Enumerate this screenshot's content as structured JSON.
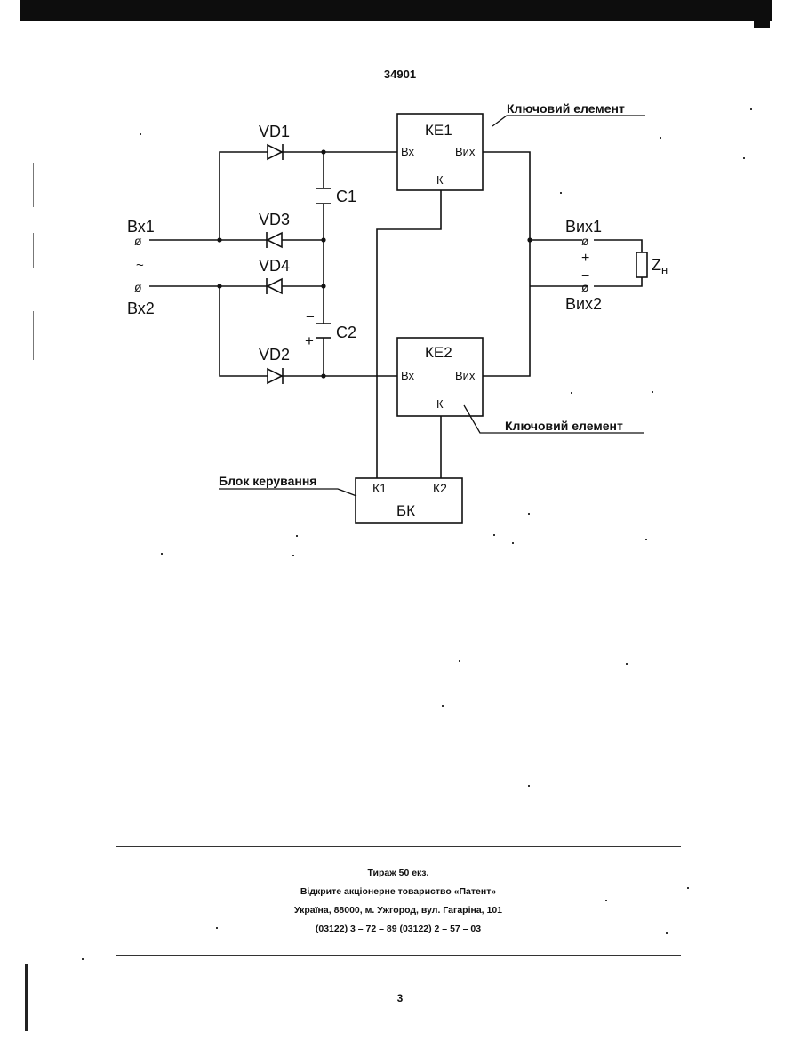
{
  "header": {
    "doc_number": "34901"
  },
  "schematic": {
    "blocks": {
      "ke1": {
        "name": "КЕ1",
        "in": "Вх",
        "out": "Вих",
        "ctrl": "К"
      },
      "ke2": {
        "name": "КЕ2",
        "in": "Вх",
        "out": "Вих",
        "ctrl": "К"
      },
      "bk": {
        "name": "БК",
        "k1": "К1",
        "k2": "К2"
      }
    },
    "components": {
      "vd1": "VD1",
      "vd2": "VD2",
      "vd3": "VD3",
      "vd4": "VD4",
      "c1": "С1",
      "c2": "С2",
      "load_letter": "Z",
      "load_sub": "н"
    },
    "terminals": {
      "in1": "Вх1",
      "in2": "Вх2",
      "ac_symbol": "~",
      "out1": "Вих1",
      "out2": "Вих2",
      "terminal_glyph": "ø"
    },
    "polarity": {
      "plus": "+",
      "minus": "−"
    },
    "callouts": {
      "key_element_top": "Ключовий елемент",
      "key_element_bottom": "Ключовий елемент",
      "control_block": "Блок керування"
    }
  },
  "imprint": {
    "line1": "Тираж 50 екз.",
    "line2": "Відкрите акціонерне товариство «Патент»",
    "line3": "Україна, 88000, м. Ужгород, вул. Гагаріна, 101",
    "line4": "(03122) 3 – 72 – 89  (03122) 2 – 57 – 03"
  },
  "footer": {
    "page_number": "3"
  }
}
